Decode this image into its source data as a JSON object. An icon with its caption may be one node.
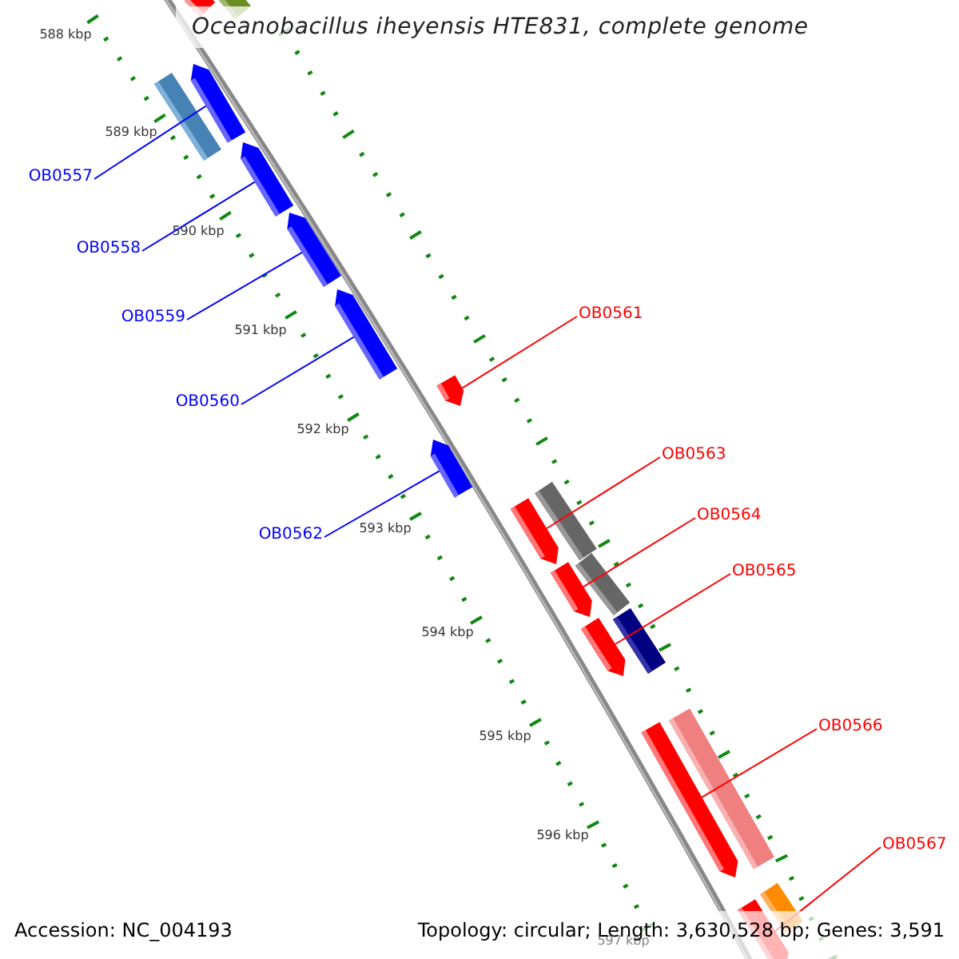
{
  "diagram": {
    "title": "Oceanobacillus iheyensis HTE831, complete genome",
    "nodes": [
      {
        "text": [
          "OB0557"
        ]
      },
      {
        "text": [
          "OB0558"
        ]
      },
      {
        "text": [
          "OB0559"
        ]
      },
      {
        "text": [
          "OB0560"
        ]
      },
      {
        "text": [
          "OB0561"
        ]
      },
      {
        "text": [
          "OB0562"
        ]
      },
      {
        "text": [
          "OB0563"
        ]
      },
      {
        "text": [
          "OB0564"
        ]
      },
      {
        "text": [
          "OB0565"
        ]
      },
      {
        "text": [
          "OB0566"
        ]
      },
      {
        "text": [
          "OB0567"
        ]
      },
      {
        "text": [],
        "shape": "pentagon"
      },
      {
        "text": [],
        "shape": "pentagon"
      },
      {
        "text": [],
        "shape": "pentagon"
      },
      {
        "text": [],
        "shape": "pentagon"
      },
      {
        "text": [],
        "shape": "pentagon"
      },
      {
        "text": [],
        "shape": "pentagon"
      },
      {
        "text": [],
        "shape": "pentagon"
      },
      {
        "text": [],
        "shape": "pentagon"
      },
      {
        "text": [],
        "shape": "pentagon"
      },
      {
        "text": [],
        "shape": "pentagon"
      },
      {
        "text": [],
        "shape": "pentagon"
      }
    ],
    "edges": [
      {
        "from": 0,
        "to": 11,
        "arrow": "none",
        "color": "#0000ff"
      },
      {
        "from": 1,
        "to": 12,
        "arrow": "none",
        "color": "#0000ff"
      },
      {
        "from": 2,
        "to": 13,
        "arrow": "none",
        "color": "#0000ff"
      },
      {
        "from": 3,
        "to": 14,
        "arrow": "none",
        "color": "#0000ff"
      },
      {
        "from": 4,
        "to": 16,
        "arrow": "none"
      },
      {
        "from": 5,
        "to": 15,
        "arrow": "none",
        "color": "#0000ff"
      },
      {
        "from": 6,
        "to": 17,
        "arrow": "none"
      },
      {
        "from": 7,
        "to": 18,
        "arrow": "none"
      },
      {
        "from": 8,
        "to": 19,
        "arrow": "none"
      },
      {
        "from": 9,
        "to": 20,
        "arrow": "none"
      },
      {
        "from": 10,
        "to": 21,
        "arrow": "none"
      }
    ],
    "labels": [
      "588 kbp",
      "589 kbp",
      "590 kbp",
      "591 kbp",
      "592 kbp",
      "593 kbp",
      "594 kbp",
      "595 kbp",
      "596 kbp",
      "597 kbp",
      "Accession: NC_004193",
      "Topology: circular; Length: 3,630,528 bp; Genes: 3,591"
    ]
  }
}
